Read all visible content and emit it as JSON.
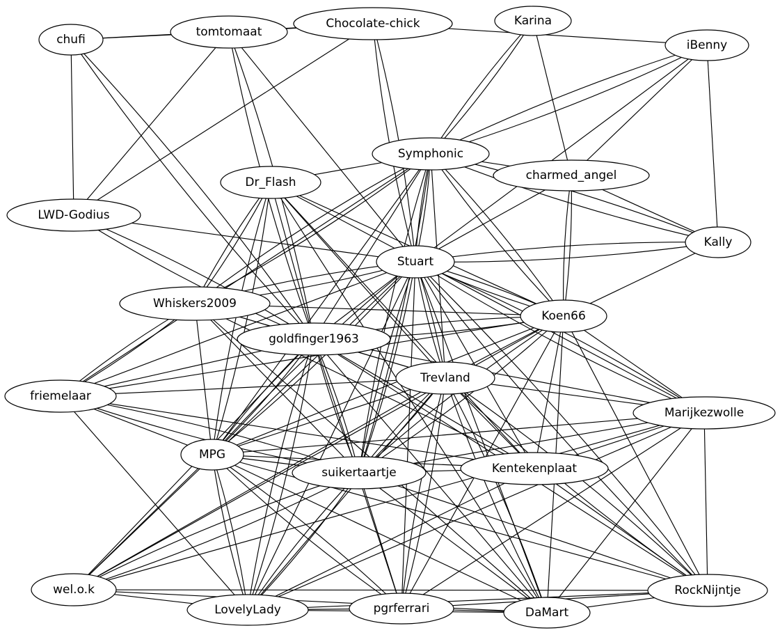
{
  "graph": {
    "directed": false,
    "colors": {
      "background": "#ffffff",
      "stroke": "#000000",
      "text": "#000000",
      "node_fill": "#ffffff"
    },
    "nodes": [
      {
        "id": "chufi",
        "label": "chufi"
      },
      {
        "id": "tomtomaat",
        "label": "tomtomaat"
      },
      {
        "id": "chocolate-chick",
        "label": "Chocolate-chick"
      },
      {
        "id": "karina",
        "label": "Karina"
      },
      {
        "id": "ibenny",
        "label": "iBenny"
      },
      {
        "id": "symphonic",
        "label": "Symphonic"
      },
      {
        "id": "dr-flash",
        "label": "Dr_Flash"
      },
      {
        "id": "charmed-angel",
        "label": "charmed_angel"
      },
      {
        "id": "lwd-godius",
        "label": "LWD-Godius"
      },
      {
        "id": "kally",
        "label": "Kally"
      },
      {
        "id": "stuart",
        "label": "Stuart"
      },
      {
        "id": "whiskers2009",
        "label": "Whiskers2009"
      },
      {
        "id": "koen66",
        "label": "Koen66"
      },
      {
        "id": "goldfinger1963",
        "label": "goldfinger1963"
      },
      {
        "id": "trevland",
        "label": "Trevland"
      },
      {
        "id": "friemelaar",
        "label": "friemelaar"
      },
      {
        "id": "marijkezwolle",
        "label": "Marijkezwolle"
      },
      {
        "id": "mpg",
        "label": "MPG"
      },
      {
        "id": "suikertaartje",
        "label": "suikertaartje"
      },
      {
        "id": "kentekenplaat",
        "label": "Kentekenplaat"
      },
      {
        "id": "wel-o-k",
        "label": "wel.o.k"
      },
      {
        "id": "rocknijntje",
        "label": "RockNijntje"
      },
      {
        "id": "lovelylady",
        "label": "LovelyLady"
      },
      {
        "id": "pgrferrari",
        "label": "pgrferrari"
      },
      {
        "id": "damart",
        "label": "DaMart"
      }
    ],
    "edges": [
      [
        "chufi",
        "tomtomaat"
      ],
      [
        "chufi",
        "chocolate-chick"
      ],
      [
        "chufi",
        "lwd-godius"
      ],
      [
        "chufi",
        "goldfinger1963"
      ],
      [
        "chufi",
        "goldfinger1963"
      ],
      [
        "tomtomaat",
        "chocolate-chick"
      ],
      [
        "tomtomaat",
        "lwd-godius"
      ],
      [
        "tomtomaat",
        "goldfinger1963"
      ],
      [
        "tomtomaat",
        "goldfinger1963"
      ],
      [
        "tomtomaat",
        "stuart"
      ],
      [
        "chocolate-chick",
        "ibenny"
      ],
      [
        "chocolate-chick",
        "lwd-godius"
      ],
      [
        "chocolate-chick",
        "stuart"
      ],
      [
        "chocolate-chick",
        "stuart"
      ],
      [
        "karina",
        "symphonic"
      ],
      [
        "karina",
        "symphonic"
      ],
      [
        "karina",
        "charmed-angel"
      ],
      [
        "ibenny",
        "symphonic"
      ],
      [
        "ibenny",
        "symphonic"
      ],
      [
        "ibenny",
        "charmed-angel"
      ],
      [
        "ibenny",
        "kally"
      ],
      [
        "ibenny",
        "stuart"
      ],
      [
        "symphonic",
        "dr-flash"
      ],
      [
        "symphonic",
        "charmed-angel"
      ],
      [
        "symphonic",
        "kally"
      ],
      [
        "symphonic",
        "kally"
      ],
      [
        "symphonic",
        "stuart"
      ],
      [
        "symphonic",
        "stuart"
      ],
      [
        "symphonic",
        "koen66"
      ],
      [
        "symphonic",
        "koen66"
      ],
      [
        "symphonic",
        "whiskers2009"
      ],
      [
        "symphonic",
        "whiskers2009"
      ],
      [
        "symphonic",
        "goldfinger1963"
      ],
      [
        "symphonic",
        "trevland"
      ],
      [
        "symphonic",
        "suikertaartje"
      ],
      [
        "symphonic",
        "suikertaartje"
      ],
      [
        "symphonic",
        "mpg"
      ],
      [
        "symphonic",
        "friemelaar"
      ],
      [
        "charmed-angel",
        "koen66"
      ],
      [
        "charmed-angel",
        "koen66"
      ],
      [
        "charmed-angel",
        "stuart"
      ],
      [
        "charmed-angel",
        "kally"
      ],
      [
        "dr-flash",
        "whiskers2009"
      ],
      [
        "dr-flash",
        "whiskers2009"
      ],
      [
        "dr-flash",
        "goldfinger1963"
      ],
      [
        "dr-flash",
        "mpg"
      ],
      [
        "dr-flash",
        "mpg"
      ],
      [
        "dr-flash",
        "koen66"
      ],
      [
        "dr-flash",
        "trevland"
      ],
      [
        "dr-flash",
        "marijkezwolle"
      ],
      [
        "dr-flash",
        "kentekenplaat"
      ],
      [
        "dr-flash",
        "damart"
      ],
      [
        "lwd-godius",
        "stuart"
      ],
      [
        "lwd-godius",
        "goldfinger1963"
      ],
      [
        "lwd-godius",
        "goldfinger1963"
      ],
      [
        "kally",
        "stuart"
      ],
      [
        "kally",
        "stuart"
      ],
      [
        "kally",
        "koen66"
      ],
      [
        "stuart",
        "whiskers2009"
      ],
      [
        "stuart",
        "whiskers2009"
      ],
      [
        "stuart",
        "koen66"
      ],
      [
        "stuart",
        "koen66"
      ],
      [
        "stuart",
        "goldfinger1963"
      ],
      [
        "stuart",
        "trevland"
      ],
      [
        "stuart",
        "trevland"
      ],
      [
        "stuart",
        "friemelaar"
      ],
      [
        "stuart",
        "mpg"
      ],
      [
        "stuart",
        "mpg"
      ],
      [
        "stuart",
        "suikertaartje"
      ],
      [
        "stuart",
        "suikertaartje"
      ],
      [
        "stuart",
        "marijkezwolle"
      ],
      [
        "stuart",
        "marijkezwolle"
      ],
      [
        "stuart",
        "kentekenplaat"
      ],
      [
        "stuart",
        "rocknijntje"
      ],
      [
        "stuart",
        "rocknijntje"
      ],
      [
        "stuart",
        "lovelylady"
      ],
      [
        "stuart",
        "pgrferrari"
      ],
      [
        "stuart",
        "damart"
      ],
      [
        "stuart",
        "wel-o-k"
      ],
      [
        "whiskers2009",
        "goldfinger1963"
      ],
      [
        "whiskers2009",
        "koen66"
      ],
      [
        "whiskers2009",
        "friemelaar"
      ],
      [
        "whiskers2009",
        "friemelaar"
      ],
      [
        "whiskers2009",
        "mpg"
      ],
      [
        "whiskers2009",
        "kentekenplaat"
      ],
      [
        "whiskers2009",
        "trevland"
      ],
      [
        "whiskers2009",
        "suikertaartje"
      ],
      [
        "whiskers2009",
        "damart"
      ],
      [
        "koen66",
        "goldfinger1963"
      ],
      [
        "koen66",
        "goldfinger1963"
      ],
      [
        "koen66",
        "trevland"
      ],
      [
        "koen66",
        "marijkezwolle"
      ],
      [
        "koen66",
        "kentekenplaat"
      ],
      [
        "koen66",
        "suikertaartje"
      ],
      [
        "koen66",
        "suikertaartje"
      ],
      [
        "koen66",
        "mpg"
      ],
      [
        "koen66",
        "rocknijntje"
      ],
      [
        "koen66",
        "damart"
      ],
      [
        "koen66",
        "friemelaar"
      ],
      [
        "koen66",
        "wel-o-k"
      ],
      [
        "koen66",
        "pgrferrari"
      ],
      [
        "goldfinger1963",
        "trevland"
      ],
      [
        "goldfinger1963",
        "friemelaar"
      ],
      [
        "goldfinger1963",
        "mpg"
      ],
      [
        "goldfinger1963",
        "mpg"
      ],
      [
        "goldfinger1963",
        "suikertaartje"
      ],
      [
        "goldfinger1963",
        "suikertaartje"
      ],
      [
        "goldfinger1963",
        "marijkezwolle"
      ],
      [
        "goldfinger1963",
        "kentekenplaat"
      ],
      [
        "goldfinger1963",
        "rocknijntje"
      ],
      [
        "goldfinger1963",
        "lovelylady"
      ],
      [
        "goldfinger1963",
        "lovelylady"
      ],
      [
        "goldfinger1963",
        "pgrferrari"
      ],
      [
        "goldfinger1963",
        "damart"
      ],
      [
        "goldfinger1963",
        "wel-o-k"
      ],
      [
        "trevland",
        "friemelaar"
      ],
      [
        "trevland",
        "marijkezwolle"
      ],
      [
        "trevland",
        "mpg"
      ],
      [
        "trevland",
        "suikertaartje"
      ],
      [
        "trevland",
        "suikertaartje"
      ],
      [
        "trevland",
        "kentekenplaat"
      ],
      [
        "trevland",
        "rocknijntje"
      ],
      [
        "trevland",
        "rocknijntje"
      ],
      [
        "trevland",
        "lovelylady"
      ],
      [
        "trevland",
        "pgrferrari"
      ],
      [
        "trevland",
        "pgrferrari"
      ],
      [
        "trevland",
        "damart"
      ],
      [
        "trevland",
        "damart"
      ],
      [
        "trevland",
        "wel-o-k"
      ],
      [
        "friemelaar",
        "mpg"
      ],
      [
        "friemelaar",
        "suikertaartje"
      ],
      [
        "friemelaar",
        "suikertaartje"
      ],
      [
        "friemelaar",
        "kentekenplaat"
      ],
      [
        "friemelaar",
        "lovelylady"
      ],
      [
        "marijkezwolle",
        "mpg"
      ],
      [
        "marijkezwolle",
        "suikertaartje"
      ],
      [
        "marijkezwolle",
        "kentekenplaat"
      ],
      [
        "marijkezwolle",
        "rocknijntje"
      ],
      [
        "marijkezwolle",
        "damart"
      ],
      [
        "marijkezwolle",
        "lovelylady"
      ],
      [
        "marijkezwolle",
        "wel-o-k"
      ],
      [
        "marijkezwolle",
        "pgrferrari"
      ],
      [
        "mpg",
        "suikertaartje"
      ],
      [
        "mpg",
        "kentekenplaat"
      ],
      [
        "mpg",
        "wel-o-k"
      ],
      [
        "mpg",
        "lovelylady"
      ],
      [
        "mpg",
        "lovelylady"
      ],
      [
        "mpg",
        "pgrferrari"
      ],
      [
        "mpg",
        "pgrferrari"
      ],
      [
        "mpg",
        "damart"
      ],
      [
        "mpg",
        "rocknijntje"
      ],
      [
        "suikertaartje",
        "kentekenplaat"
      ],
      [
        "suikertaartje",
        "wel-o-k"
      ],
      [
        "suikertaartje",
        "wel-o-k"
      ],
      [
        "suikertaartje",
        "lovelylady"
      ],
      [
        "suikertaartje",
        "lovelylady"
      ],
      [
        "suikertaartje",
        "pgrferrari"
      ],
      [
        "suikertaartje",
        "damart"
      ],
      [
        "suikertaartje",
        "rocknijntje"
      ],
      [
        "kentekenplaat",
        "rocknijntje"
      ],
      [
        "kentekenplaat",
        "lovelylady"
      ],
      [
        "wel-o-k",
        "lovelylady"
      ],
      [
        "wel-o-k",
        "damart"
      ],
      [
        "wel-o-k",
        "rocknijntje"
      ],
      [
        "lovelylady",
        "pgrferrari"
      ],
      [
        "lovelylady",
        "damart"
      ],
      [
        "lovelylady",
        "rocknijntje"
      ],
      [
        "pgrferrari",
        "damart"
      ],
      [
        "pgrferrari",
        "rocknijntje"
      ],
      [
        "damart",
        "rocknijntje"
      ]
    ]
  }
}
